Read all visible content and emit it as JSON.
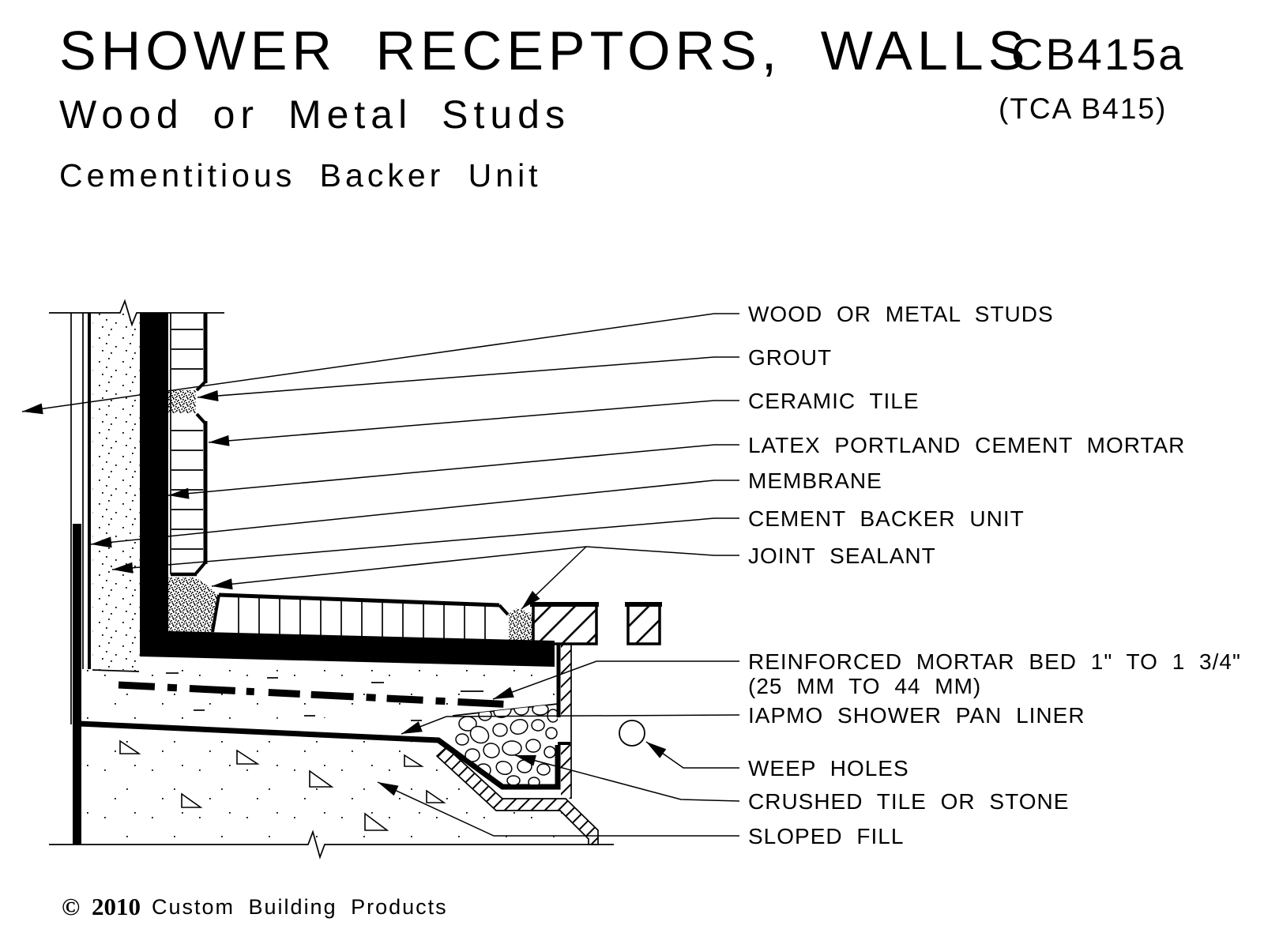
{
  "title": {
    "main": "SHOWER RECEPTORS, WALLS",
    "code": "CB415a",
    "code_ref": "(TCA B415)",
    "subtitle1": "Wood or Metal Studs",
    "subtitle2": "Cementitious Backer Unit"
  },
  "callouts": [
    {
      "id": "wood-or-metal-studs",
      "text": "WOOD OR METAL STUDS"
    },
    {
      "id": "grout",
      "text": "GROUT"
    },
    {
      "id": "ceramic-tile",
      "text": "CERAMIC TILE"
    },
    {
      "id": "latex-portland-cement-mortar",
      "text": "LATEX PORTLAND CEMENT MORTAR"
    },
    {
      "id": "membrane",
      "text": "MEMBRANE"
    },
    {
      "id": "cement-backer-unit",
      "text": "CEMENT BACKER UNIT"
    },
    {
      "id": "joint-sealant",
      "text": "JOINT SEALANT"
    },
    {
      "id": "reinforced-mortar-bed",
      "text": "REINFORCED MORTAR BED 1\" TO 1 3/4\"",
      "text_line2": "(25 MM TO 44 MM)"
    },
    {
      "id": "iapmo-shower-pan-liner",
      "text": "IAPMO SHOWER PAN LINER"
    },
    {
      "id": "weep-holes",
      "text": "WEEP HOLES"
    },
    {
      "id": "crushed-tile-or-stone",
      "text": "CRUSHED TILE OR STONE"
    },
    {
      "id": "sloped-fill",
      "text": "SLOPED FILL"
    }
  ],
  "footer": {
    "copyright_symbol": "©",
    "year": "2010",
    "company": "Custom Building Products"
  },
  "colors": {
    "ink": "#000000",
    "paper": "#ffffff"
  }
}
